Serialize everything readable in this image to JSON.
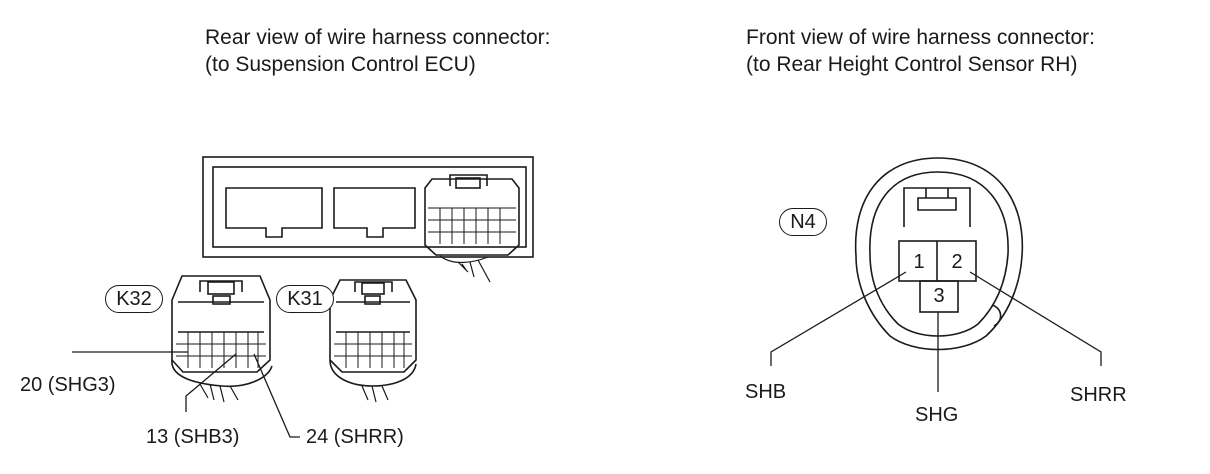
{
  "left_view": {
    "title_line1": "Rear view of wire harness connector:",
    "title_line2": "(to Suspension Control ECU)",
    "connector_k32": "K32",
    "connector_k31": "K31",
    "pin_20": "20 (SHG3)",
    "pin_13": "13 (SHB3)",
    "pin_24": "24 (SHRR)"
  },
  "right_view": {
    "title_line1": "Front view of wire harness connector:",
    "title_line2": "(to Rear Height Control Sensor RH)",
    "connector_n4": "N4",
    "pin_1": "1",
    "pin_2": "2",
    "pin_3": "3",
    "label_shb": "SHB",
    "label_shg": "SHG",
    "label_shrr": "SHRR"
  }
}
